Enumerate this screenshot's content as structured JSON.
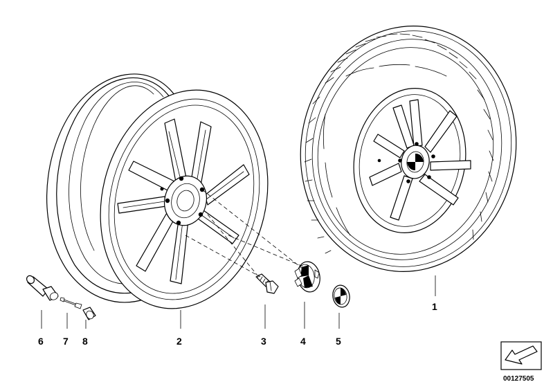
{
  "diagram": {
    "callouts": [
      {
        "id": "wheel-rim",
        "label": "2"
      },
      {
        "id": "wheel-bolt",
        "label": "3"
      },
      {
        "id": "hub-cap",
        "label": "4"
      },
      {
        "id": "emblem",
        "label": "5"
      },
      {
        "id": "complete-wheel",
        "label": "1"
      },
      {
        "id": "valve-body",
        "label": "6"
      },
      {
        "id": "valve-insert",
        "label": "7"
      },
      {
        "id": "valve-cap",
        "label": "8"
      }
    ],
    "document_number": "00127505"
  }
}
